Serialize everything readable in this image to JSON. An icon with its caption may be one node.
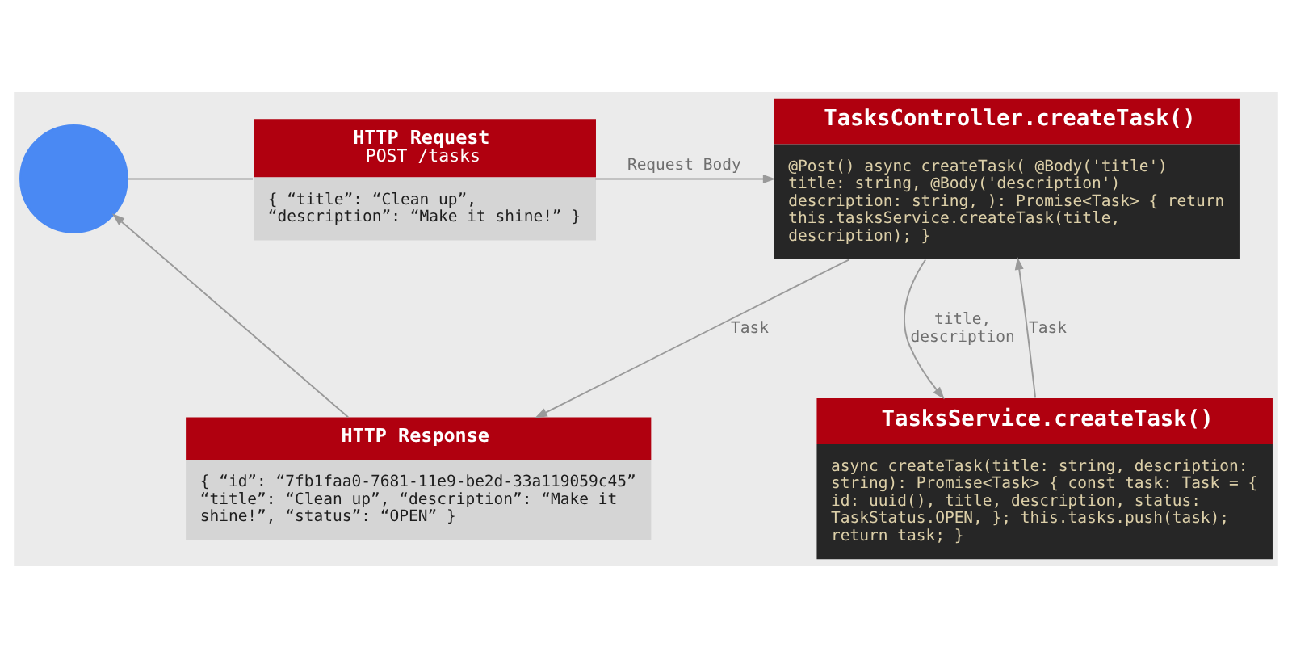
{
  "diagram": {
    "nodes": [
      {
        "text": [],
        "shape": "person"
      },
      {
        "text": [
          "HTTP Request",
          "POST /tasks",
          "{ “title”: “Clean up”, “description”: “Make it shine!” }"
        ]
      },
      {
        "text": [
          "TasksController.createTask()",
          "@Post() async createTask( @Body('title') title: string, @Body('description') description: string, ): Promise<Task> { return this.tasksService.createTask(title, description); }"
        ]
      },
      {
        "text": [
          "TasksService.createTask()",
          "async createTask(title: string, description: string): Promise<Task> { const task: Task = { id: uuid(), title, description, status: TaskStatus.OPEN, }; this.tasks.push(task); return task; }"
        ]
      },
      {
        "text": [
          "HTTP Response",
          "{ “id”: “7fb1faa0-7681-11e9-be2d-33a119059c45” “title”: “Clean up”, “description”: “Make it shine!”, “status”: “OPEN” }"
        ]
      }
    ],
    "edges": [
      {
        "from": 0,
        "to": 1,
        "arrow": "none"
      },
      {
        "from": 1,
        "to": 2,
        "arrow": "to",
        "label": "Request Body"
      },
      {
        "from": 2,
        "to": 3,
        "arrow": "to",
        "label": "title, description"
      },
      {
        "from": 3,
        "to": 2,
        "arrow": "to",
        "label": "Task"
      },
      {
        "from": 2,
        "to": 4,
        "arrow": "to",
        "label": "Task"
      },
      {
        "from": 4,
        "to": 0,
        "arrow": "to"
      }
    ]
  }
}
